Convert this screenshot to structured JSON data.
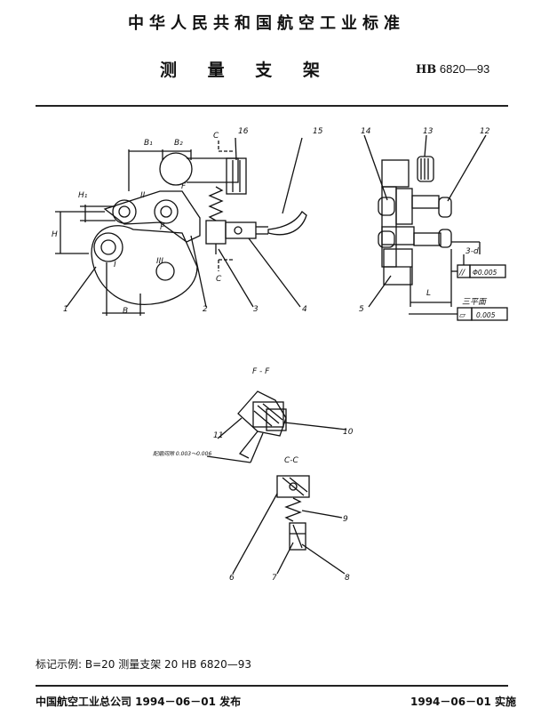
{
  "header": {
    "standard_body": "中华人民共和国航空工业标准",
    "document_title": "测 量 支 架",
    "standard_prefix": "HB",
    "standard_number": "6820—93"
  },
  "drawing": {
    "front_view_labels": {
      "dim_b1": "B₁",
      "dim_b2": "B₂",
      "dim_h1": "H₁",
      "dim_h": "H",
      "dim_b": "B",
      "section_c_top": "C",
      "section_c_bottom": "C",
      "section_f": "F",
      "section_f2": "F",
      "hole_i": "I",
      "hole_ii": "II",
      "hole_iii": "III"
    },
    "part_numbers": {
      "p1": "1",
      "p2": "2",
      "p3": "3",
      "p4": "4",
      "p5": "5",
      "p6": "6",
      "p7": "7",
      "p8": "8",
      "p9": "9",
      "p10": "10",
      "p11": "11",
      "p12": "12",
      "p13": "13",
      "p14": "14",
      "p15": "15",
      "p16": "16"
    },
    "side_view_labels": {
      "dim_l": "L",
      "note_3d": "3-d",
      "parallel_tolerance": "Φ0.005",
      "three_planes": "三平面",
      "flatness_tolerance": "0.005"
    },
    "section_ff": {
      "title": "F - F",
      "gap_note": "配磨间隙 0.003～0.006"
    },
    "section_cc": {
      "title": "C-C"
    }
  },
  "marking_example": "标记示例:   B=20   测量支架   20   HB 6820—93",
  "footer": {
    "issued": "中国航空工业总公司 1994－06－01 发布",
    "effective": "1994－06－01 实施"
  }
}
